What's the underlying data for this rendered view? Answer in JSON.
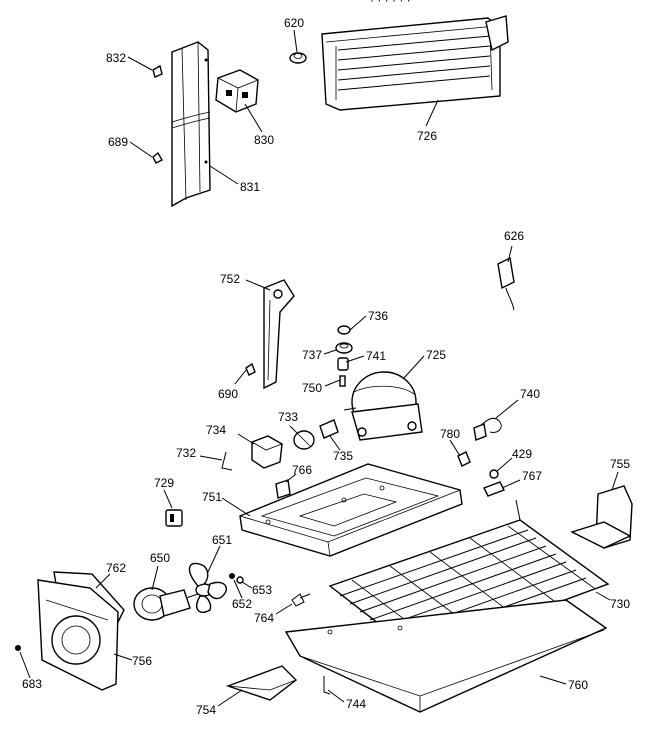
{
  "header_fragment": "· · · · · ·",
  "callouts": {
    "c832": "832",
    "c620": "620",
    "c689": "689",
    "c830": "830",
    "c831": "831",
    "c726": "726",
    "c626": "626",
    "c752": "752",
    "c736": "736",
    "c737": "737",
    "c741": "741",
    "c725": "725",
    "c690": "690",
    "c750": "750",
    "c740": "740",
    "c733": "733",
    "c734": "734",
    "c780": "780",
    "c732": "732",
    "c735": "735",
    "c429": "429",
    "c766": "766",
    "c767": "767",
    "c755": "755",
    "c729": "729",
    "c751": "751",
    "c651": "651",
    "c762": "762",
    "c650": "650",
    "c653": "653",
    "c652": "652",
    "c764": "764",
    "c730": "730",
    "c756": "756",
    "c683": "683",
    "c760": "760",
    "c754": "754",
    "c744": "744"
  }
}
